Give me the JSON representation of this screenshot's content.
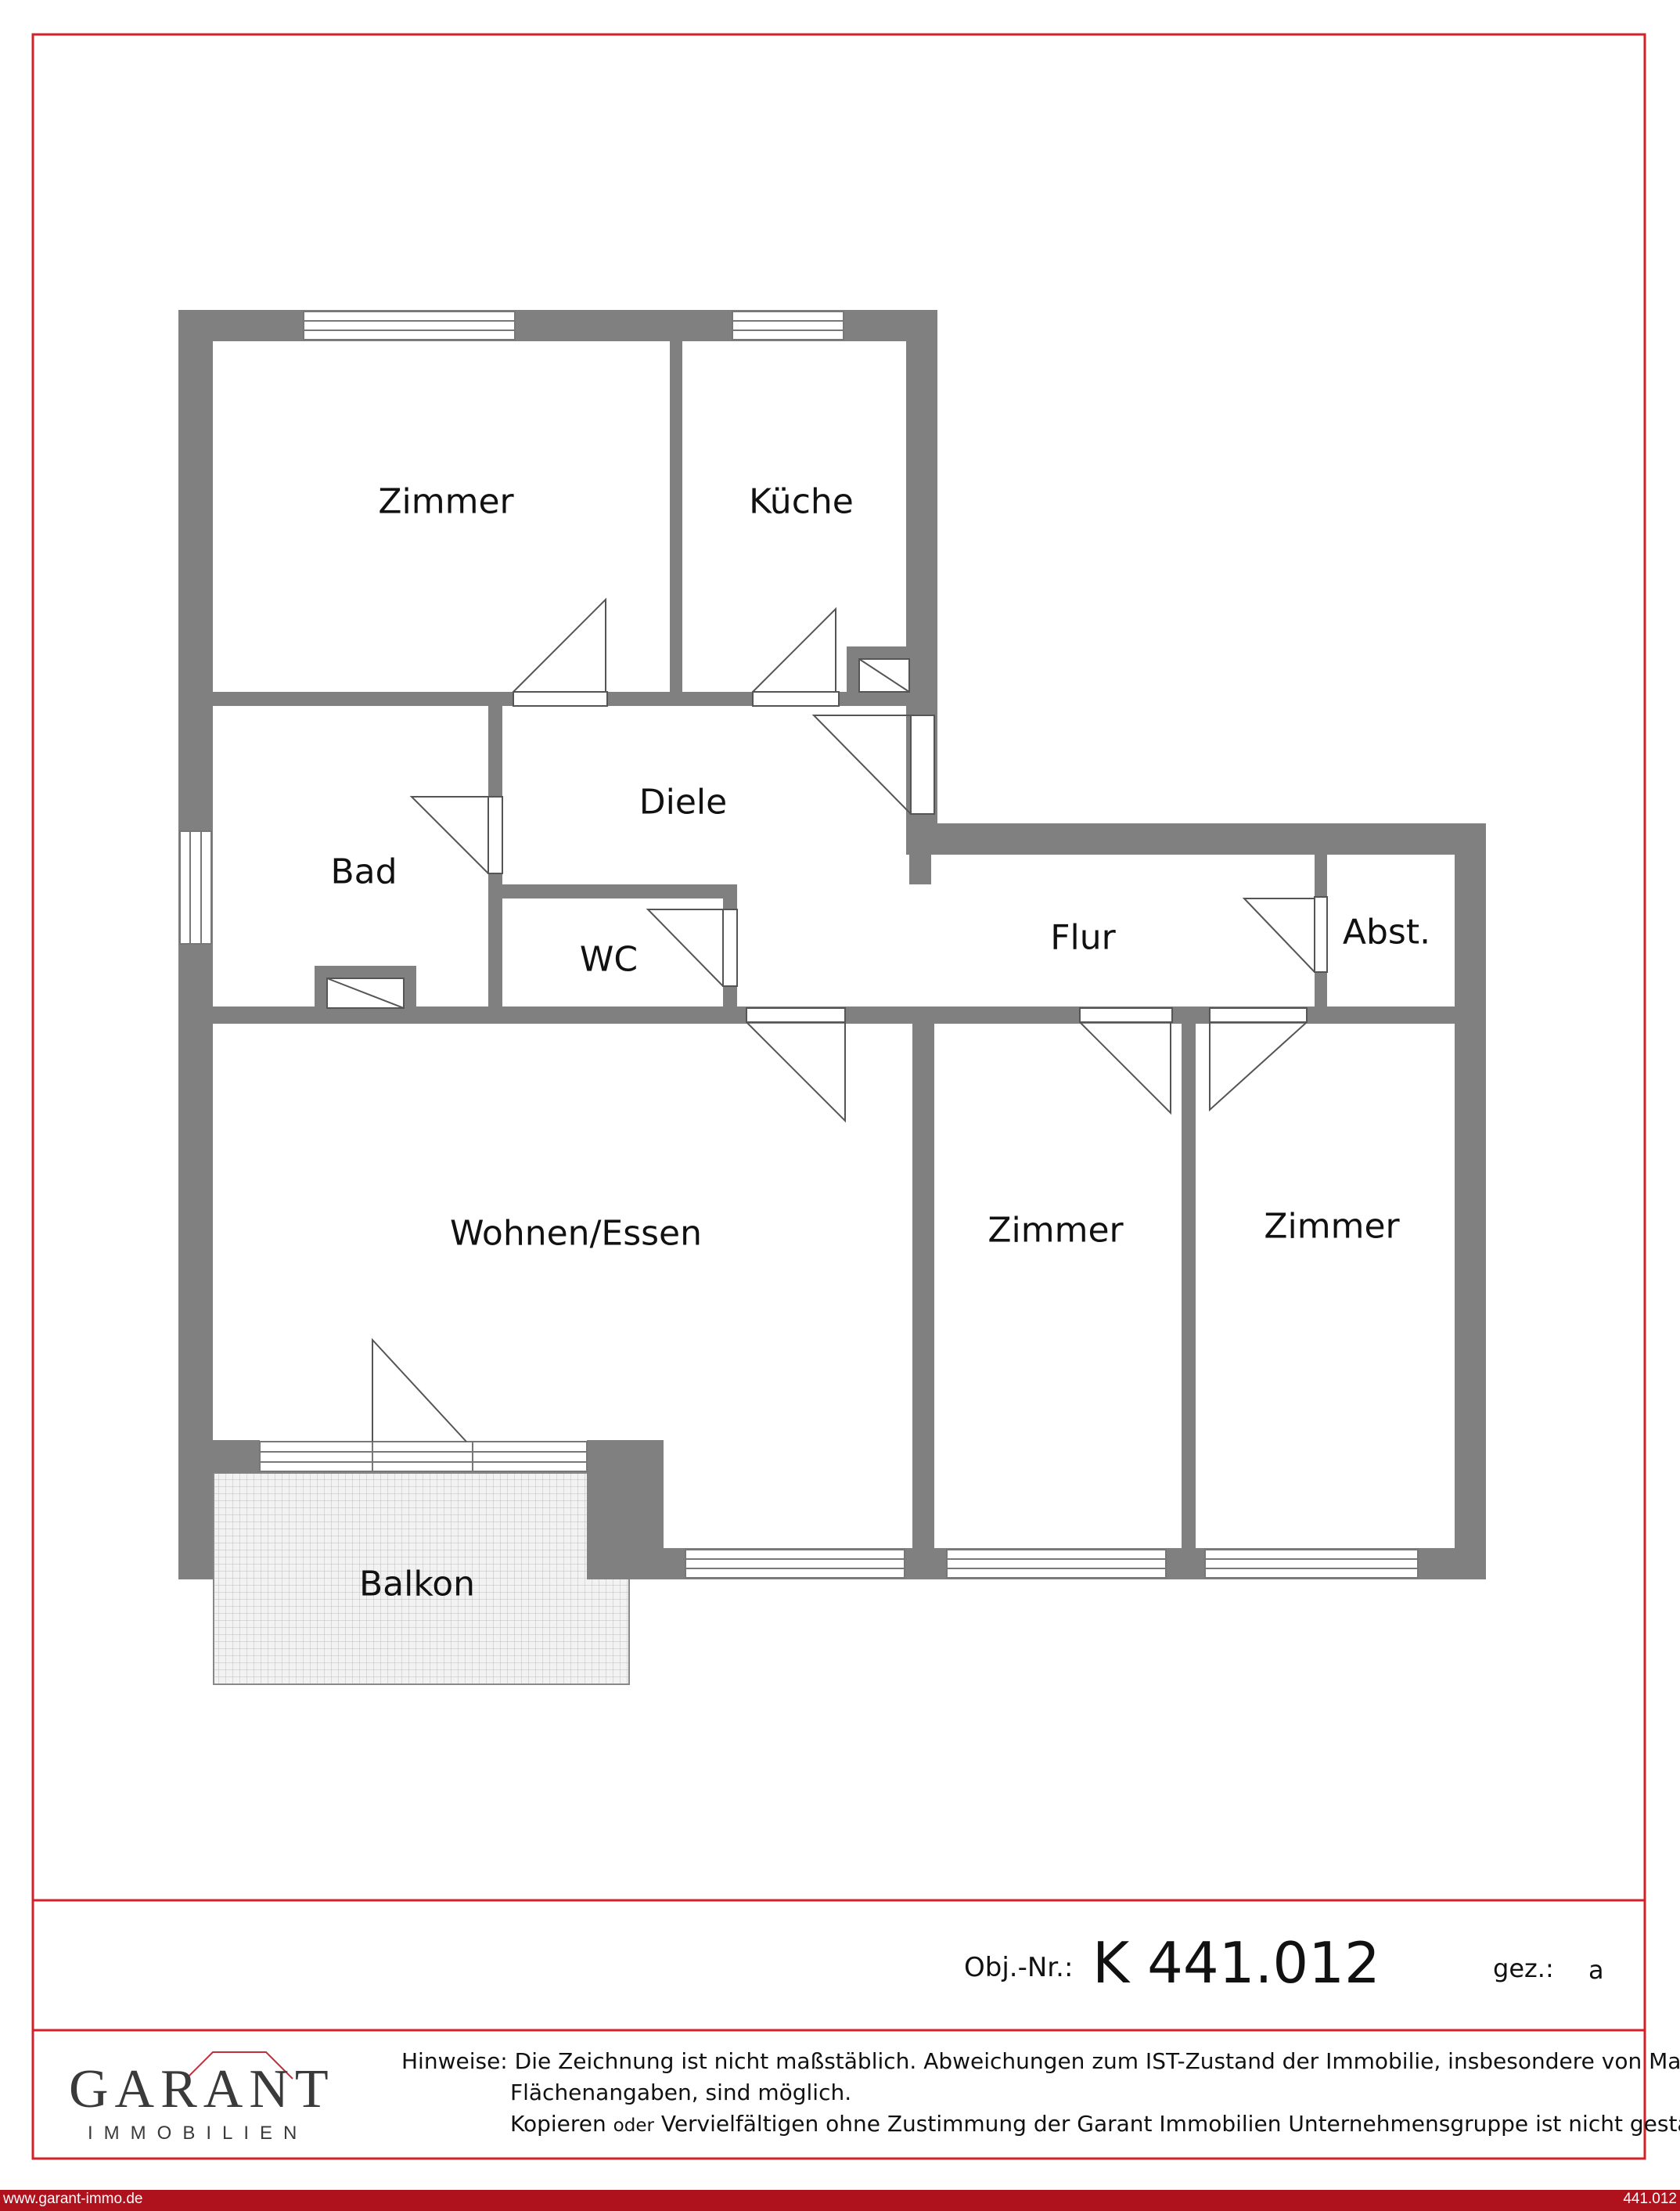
{
  "rooms": {
    "zimmer_top": "Zimmer",
    "kueche": "Küche",
    "diele": "Diele",
    "bad": "Bad",
    "wc": "WC",
    "flur": "Flur",
    "abst": "Abst.",
    "wohnen": "Wohnen/Essen",
    "zimmer_mid": "Zimmer",
    "zimmer_right": "Zimmer",
    "balkon": "Balkon"
  },
  "header": {
    "obj_label": "Obj.-Nr.:",
    "obj_number": "K 441.012",
    "gez_label": "gez.:",
    "gez_value": "a"
  },
  "logo": {
    "name": "GARANT",
    "sub": "IMMOBILIEN"
  },
  "notes": {
    "line1": "Hinweise: Die Zeichnung ist nicht maßstäblich. Abweichungen zum IST-Zustand der Immobilie, insbesondere von Maß- und",
    "line2": "Flächenangaben, sind möglich.",
    "line3_a": "Kopieren ",
    "line3_b": "oder",
    "line3_c": " Vervielfältigen ohne Zustimmung der Garant Immobilien Unternehmensgruppe ist nicht gestattet!"
  },
  "footer": {
    "url": "www.garant-immo.de",
    "code": "441.012"
  },
  "colors": {
    "frame": "#d32029",
    "wall": "#808080",
    "footer_bar": "#b0121d"
  }
}
